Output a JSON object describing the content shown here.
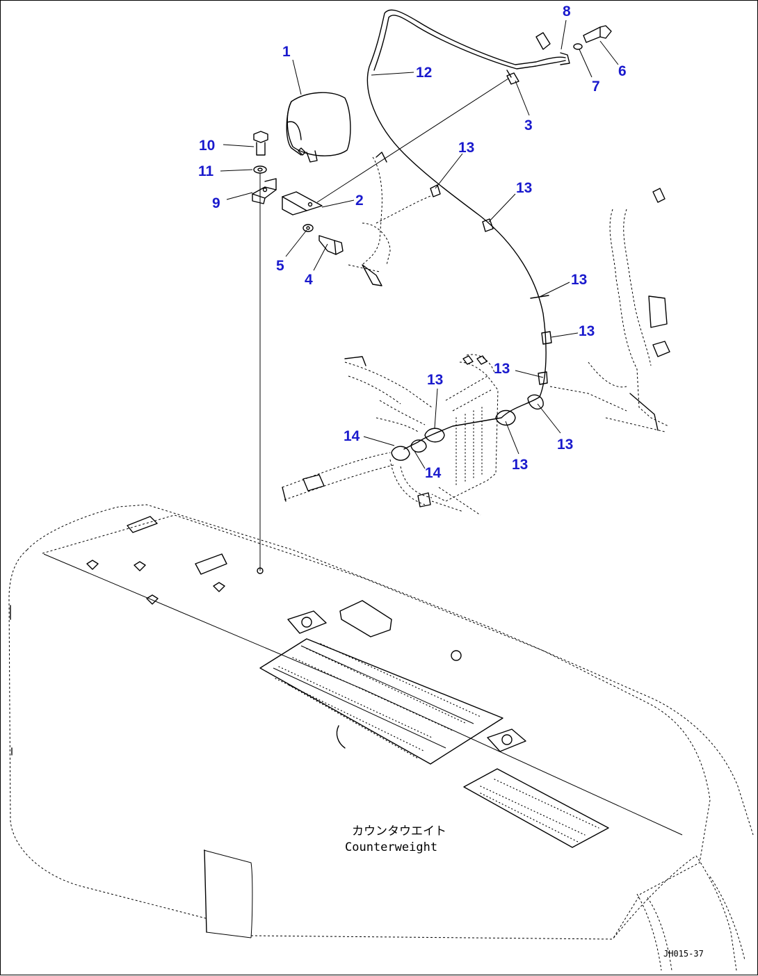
{
  "callouts": {
    "c1": "1",
    "c2": "2",
    "c3": "3",
    "c4": "4",
    "c5": "5",
    "c6": "6",
    "c7": "7",
    "c8": "8",
    "c9": "9",
    "c10": "10",
    "c11": "11",
    "c12": "12",
    "c13a": "13",
    "c13b": "13",
    "c13c": "13",
    "c13d": "13",
    "c13e": "13",
    "c13f": "13",
    "c13g": "13",
    "c13h": "13",
    "c14a": "14",
    "c14b": "14"
  },
  "counterweight_label": {
    "jp": "カウンタウエイト",
    "en": "Counterweight"
  },
  "drawing_code": "JH015-37",
  "colors": {
    "callout": "#1a1acd",
    "ink": "#000000",
    "background": "#ffffff"
  }
}
